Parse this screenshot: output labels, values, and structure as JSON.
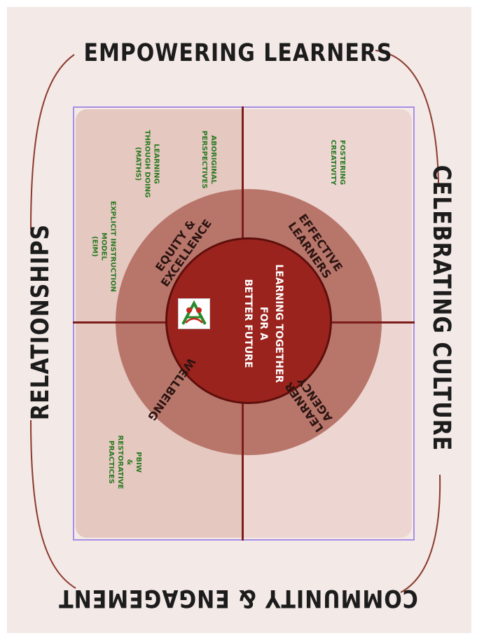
{
  "outer": {
    "top": "EMPOWERING LEARNERS",
    "right": "CELEBRATING CULTURE",
    "bottom": "COMMUNITY & ENGAGEMENT",
    "left": "RELATIONSHIPS"
  },
  "quadrants": {
    "top_left": {
      "items": [
        [
          "EXPLICIT INSTRUCTION",
          "MODEL",
          "(EIM)"
        ],
        [
          "LEARNING",
          "THROUGH DOING",
          "(MATHS)"
        ],
        [
          "ABORIGINAL",
          "PERSPECTIVES"
        ]
      ]
    },
    "top_right": {
      "items": [
        [
          "FOSTERING",
          "CREATIVITY"
        ]
      ]
    },
    "bottom_left": {
      "items": [
        [
          "PBIW",
          "&",
          "RESTORATIVE",
          "PRACTICES"
        ]
      ]
    },
    "bottom_right": {
      "items": []
    }
  },
  "ring": {
    "top_left": [
      "EQUITY &",
      "EXCELLENCE"
    ],
    "top_right": [
      "EFFECTIVE",
      "LEARNERS"
    ],
    "bottom_left": [
      "WELLBEING"
    ],
    "bottom_right": [
      "LEARNER",
      "AGENCY"
    ]
  },
  "center": {
    "lines": [
      "LEARNING TOGETHER",
      "FOR A",
      "BETTER FUTURE"
    ]
  },
  "colors": {
    "background": "#f3e9e6",
    "quadrant_dark": "#e5c8c0",
    "quadrant_light": "#edd6d1",
    "ring_outer": "#b8766b",
    "ring_inner": "#9a231d",
    "divider": "#7d1d19",
    "frame": "#a98ee6",
    "item_text": "#2a7a22"
  }
}
